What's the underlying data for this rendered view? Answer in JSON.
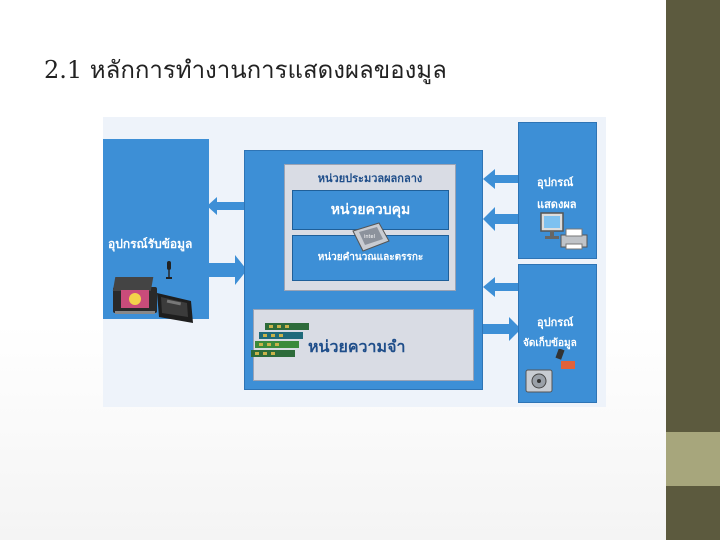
{
  "slide": {
    "title": "2.1 หลักการทำงานการแสดงผลของมูล"
  },
  "diagram": {
    "input_device": {
      "label": "อุปกรณ์รับข้อมูล"
    },
    "cpu": {
      "label": "หน่วยประมวลผลกลาง",
      "control_unit": "หน่วยควบคุม",
      "alu": "หน่วยคำนวณและตรรกะ"
    },
    "memory": {
      "label": "หน่วยความจำ"
    },
    "output_device": {
      "line1": "อุปกรณ์",
      "line2": "แสดงผล"
    },
    "storage_device": {
      "line1": "อุปกรณ์",
      "line2": "จัดเก็บข้อมูล"
    }
  },
  "colors": {
    "box_blue": "#3d8fd6",
    "inner_gray": "#d9dce4",
    "side_band_dark": "#5c5a3e",
    "side_band_light": "#a7a67c"
  },
  "icons": [
    "scanner-icon",
    "keyboard-icon",
    "microphone-icon",
    "cpu-chip-icon",
    "ram-sticks-icon",
    "monitor-icon",
    "printer-icon",
    "hard-disk-icon",
    "usb-drive-icon"
  ]
}
